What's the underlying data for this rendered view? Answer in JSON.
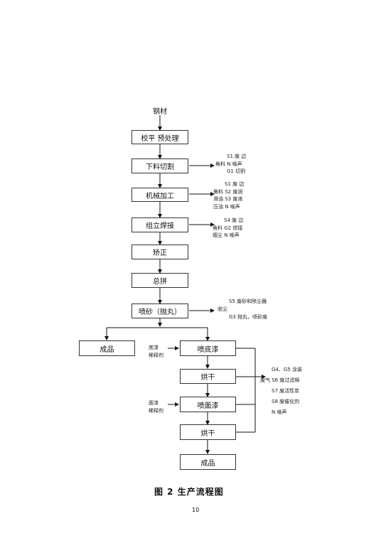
{
  "start_label": "钢材",
  "main_steps": [
    "校平 预处理",
    "下料切割",
    "机械加工",
    "组立焊接",
    "矫正",
    "总拼",
    "喷砂（抛丸）"
  ],
  "product_left": "成品",
  "paint_steps": [
    "喷底漆",
    "烘干",
    "喷面漆",
    "烘干"
  ],
  "product_bottom": "成品",
  "paint_inputs": [
    [
      "底漆",
      "稀释剂"
    ],
    [
      "面漆",
      "稀释剂"
    ]
  ],
  "emissions": [
    [
      "S1 废 边",
      "角料 N 噪声",
      "G1 切割"
    ],
    [
      "S1 废 边",
      "角料 S2 废润",
      "滑油 S3 废液",
      "压油 N 噪声"
    ],
    [
      "S4 废 边",
      "角料 G2 焊接",
      "烟尘 N 噪声"
    ],
    [
      "S5 废砂和除尘器",
      "收尘",
      "G3 抛丸，喷砂废"
    ],
    [
      "G4、G5 涂装",
      "废气 S6 废过滤棉",
      "S7 废活性炭",
      "S8 废催化剂",
      "N 噪声"
    ]
  ],
  "caption": "图 2  生产流程图",
  "page_number": "10"
}
